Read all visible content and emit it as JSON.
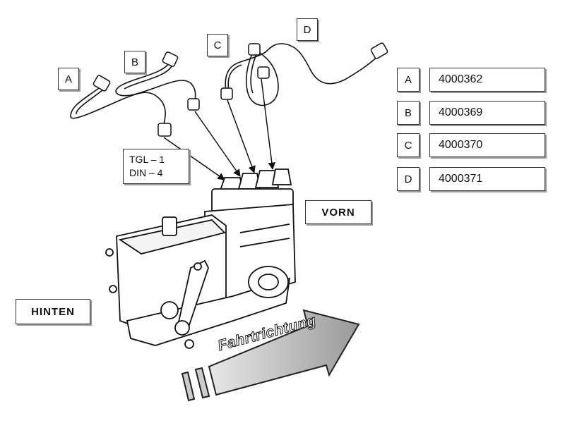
{
  "labels": {
    "a": "A",
    "b": "B",
    "c": "C",
    "d": "D",
    "tgl_line1": "TGL – 1",
    "tgl_line2": "DIN – 4",
    "vorn": "VORN",
    "hinten": "HINTEN",
    "direction": "Fahrtrichtung"
  },
  "parts": [
    {
      "letter": "A",
      "number": "4000362"
    },
    {
      "letter": "B",
      "number": "4000369"
    },
    {
      "letter": "C",
      "number": "4000370"
    },
    {
      "letter": "D",
      "number": "4000371"
    }
  ]
}
